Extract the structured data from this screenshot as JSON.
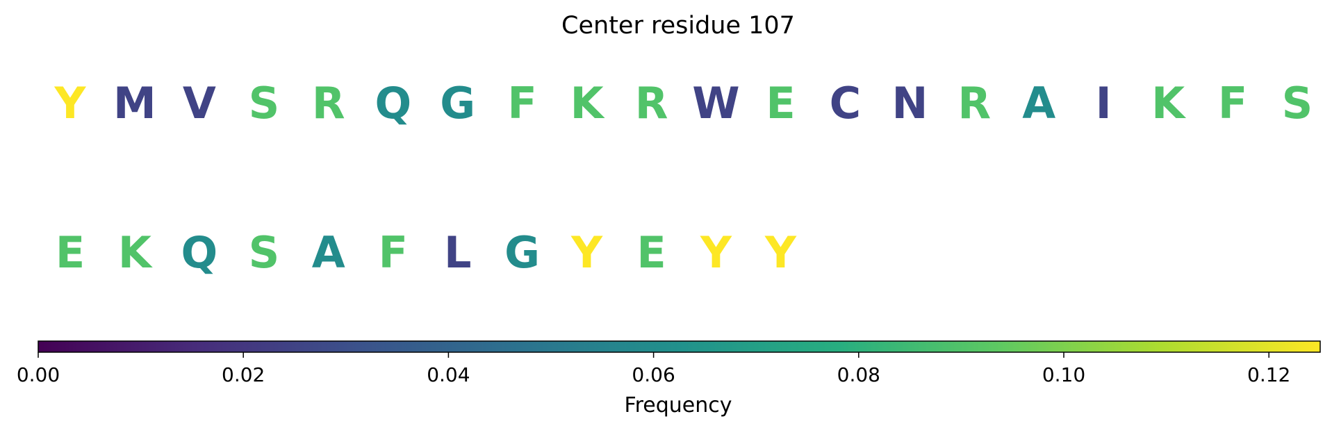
{
  "chart_data": {
    "type": "heatmap",
    "title": "Center residue 107",
    "rows": [
      {
        "residues": [
          "Y",
          "M",
          "V",
          "S",
          "R",
          "Q",
          "G",
          "F",
          "K",
          "R",
          "W",
          "E",
          "C",
          "N",
          "R",
          "A",
          "I",
          "K",
          "F",
          "S"
        ],
        "frequencies": [
          0.125,
          0.025,
          0.025,
          0.09,
          0.09,
          0.06,
          0.06,
          0.09,
          0.09,
          0.09,
          0.025,
          0.09,
          0.025,
          0.025,
          0.09,
          0.06,
          0.025,
          0.09,
          0.09,
          0.09
        ]
      },
      {
        "residues": [
          "E",
          "K",
          "Q",
          "S",
          "A",
          "F",
          "L",
          "G",
          "Y",
          "E",
          "Y",
          "Y"
        ],
        "frequencies": [
          0.09,
          0.09,
          0.06,
          0.09,
          0.06,
          0.09,
          0.025,
          0.06,
          0.125,
          0.09,
          0.125,
          0.125
        ]
      }
    ],
    "colorbar": {
      "label": "Frequency",
      "colormap": "viridis",
      "range": [
        0,
        0.125
      ],
      "ticks": [
        0.0,
        0.02,
        0.04,
        0.06,
        0.08,
        0.1,
        0.12
      ],
      "tick_labels": [
        "0.00",
        "0.02",
        "0.04",
        "0.06",
        "0.08",
        "0.10",
        "0.12"
      ]
    }
  }
}
